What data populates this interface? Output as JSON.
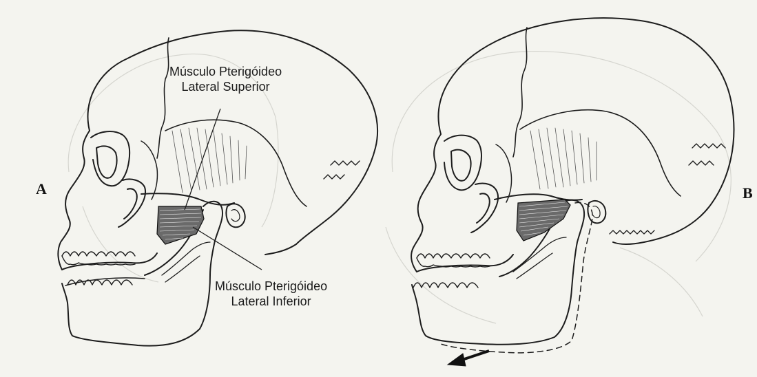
{
  "figure": {
    "panel_a": "A",
    "panel_b": "B",
    "label_superior": [
      "Músculo Pterigóideo",
      "Lateral Superior"
    ],
    "label_inferior": [
      "Músculo Pterigóideo",
      "Lateral Inferior"
    ]
  }
}
